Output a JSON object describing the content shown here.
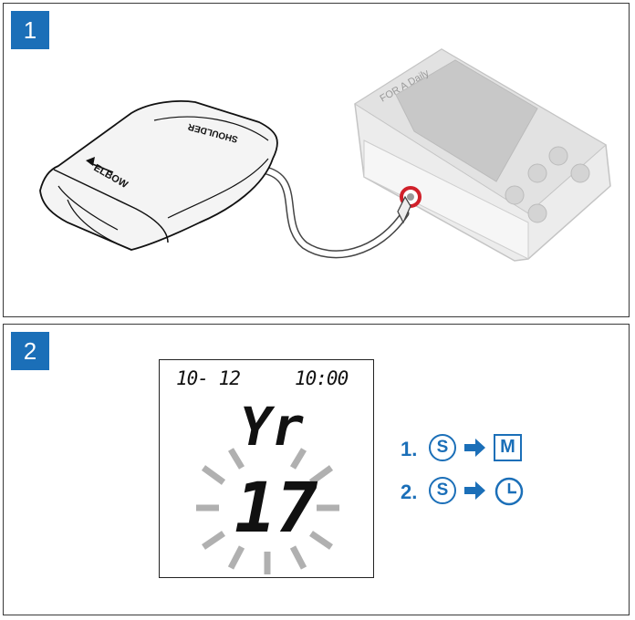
{
  "steps": [
    {
      "number": "1",
      "cuff": {
        "label_elbow": "ELBOW",
        "label_shoulder": "SHOULDER"
      },
      "device": {
        "brand": "FOR A Daily"
      }
    },
    {
      "number": "2",
      "display": {
        "date": "10- 12",
        "time": "10:00",
        "unit": "Yr",
        "value": "17"
      },
      "instructions": [
        {
          "number": "1.",
          "button": "S",
          "target": "M",
          "target_icon": "m-button-icon"
        },
        {
          "number": "2.",
          "button": "S",
          "target": "",
          "target_icon": "clock-icon"
        }
      ]
    }
  ],
  "colors": {
    "accent": "#1b6fb8",
    "connector": "#d0202a",
    "blink_ray": "#b0b0b0"
  }
}
